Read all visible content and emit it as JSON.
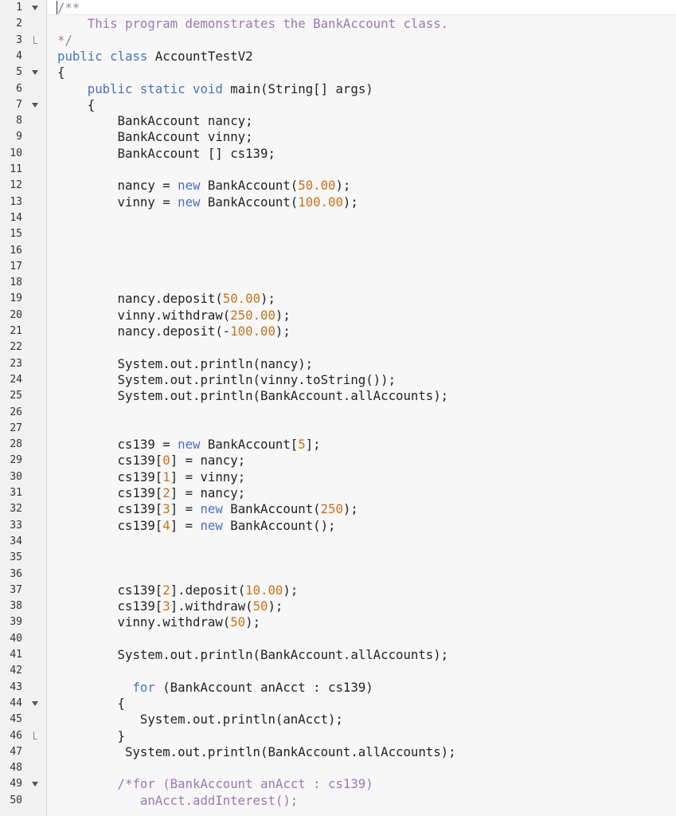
{
  "editor": {
    "lines": [
      {
        "number": "1",
        "fold": "open",
        "tokens": [
          {
            "t": "/**",
            "c": "comment"
          }
        ]
      },
      {
        "number": "2",
        "fold": "",
        "tokens": [
          {
            "t": "    This program demonstrates the BankAccount class.",
            "c": "comment"
          }
        ]
      },
      {
        "number": "3",
        "fold": "close",
        "tokens": [
          {
            "t": "*/",
            "c": "comment"
          }
        ]
      },
      {
        "number": "4",
        "fold": "",
        "tokens": [
          {
            "t": "public",
            "c": "keyword"
          },
          {
            "t": " ",
            "c": "plain"
          },
          {
            "t": "class",
            "c": "keyword"
          },
          {
            "t": " AccountTestV2",
            "c": "plain"
          }
        ]
      },
      {
        "number": "5",
        "fold": "open",
        "tokens": [
          {
            "t": "{",
            "c": "plain"
          }
        ]
      },
      {
        "number": "6",
        "fold": "",
        "tokens": [
          {
            "t": "    ",
            "c": "plain"
          },
          {
            "t": "public",
            "c": "keyword"
          },
          {
            "t": " ",
            "c": "plain"
          },
          {
            "t": "static",
            "c": "keyword"
          },
          {
            "t": " ",
            "c": "plain"
          },
          {
            "t": "void",
            "c": "keyword"
          },
          {
            "t": " main(String[] args)",
            "c": "plain"
          }
        ]
      },
      {
        "number": "7",
        "fold": "open",
        "tokens": [
          {
            "t": "    {",
            "c": "plain"
          }
        ]
      },
      {
        "number": "8",
        "fold": "",
        "tokens": [
          {
            "t": "        BankAccount nancy;",
            "c": "plain"
          }
        ]
      },
      {
        "number": "9",
        "fold": "",
        "tokens": [
          {
            "t": "        BankAccount vinny;",
            "c": "plain"
          }
        ]
      },
      {
        "number": "10",
        "fold": "",
        "tokens": [
          {
            "t": "        BankAccount [] cs139;",
            "c": "plain"
          }
        ]
      },
      {
        "number": "11",
        "fold": "",
        "tokens": []
      },
      {
        "number": "12",
        "fold": "",
        "tokens": [
          {
            "t": "        nancy = ",
            "c": "plain"
          },
          {
            "t": "new",
            "c": "keyword"
          },
          {
            "t": " BankAccount(",
            "c": "plain"
          },
          {
            "t": "50.00",
            "c": "number"
          },
          {
            "t": ");",
            "c": "plain"
          }
        ]
      },
      {
        "number": "13",
        "fold": "",
        "tokens": [
          {
            "t": "        vinny = ",
            "c": "plain"
          },
          {
            "t": "new",
            "c": "keyword"
          },
          {
            "t": " BankAccount(",
            "c": "plain"
          },
          {
            "t": "100.00",
            "c": "number"
          },
          {
            "t": ");",
            "c": "plain"
          }
        ]
      },
      {
        "number": "14",
        "fold": "",
        "tokens": []
      },
      {
        "number": "15",
        "fold": "",
        "tokens": []
      },
      {
        "number": "16",
        "fold": "",
        "tokens": []
      },
      {
        "number": "17",
        "fold": "",
        "tokens": []
      },
      {
        "number": "18",
        "fold": "",
        "tokens": []
      },
      {
        "number": "19",
        "fold": "",
        "tokens": [
          {
            "t": "        nancy.deposit(",
            "c": "plain"
          },
          {
            "t": "50.00",
            "c": "number"
          },
          {
            "t": ");",
            "c": "plain"
          }
        ]
      },
      {
        "number": "20",
        "fold": "",
        "tokens": [
          {
            "t": "        vinny.withdraw(",
            "c": "plain"
          },
          {
            "t": "250.00",
            "c": "number"
          },
          {
            "t": ");",
            "c": "plain"
          }
        ]
      },
      {
        "number": "21",
        "fold": "",
        "tokens": [
          {
            "t": "        nancy.deposit(-",
            "c": "plain"
          },
          {
            "t": "100.00",
            "c": "number"
          },
          {
            "t": ");",
            "c": "plain"
          }
        ]
      },
      {
        "number": "22",
        "fold": "",
        "tokens": []
      },
      {
        "number": "23",
        "fold": "",
        "tokens": [
          {
            "t": "        System.out.println(nancy);",
            "c": "plain"
          }
        ]
      },
      {
        "number": "24",
        "fold": "",
        "tokens": [
          {
            "t": "        System.out.println(vinny.toString());",
            "c": "plain"
          }
        ]
      },
      {
        "number": "25",
        "fold": "",
        "tokens": [
          {
            "t": "        System.out.println(BankAccount.allAccounts);",
            "c": "plain"
          }
        ]
      },
      {
        "number": "26",
        "fold": "",
        "tokens": []
      },
      {
        "number": "27",
        "fold": "",
        "tokens": []
      },
      {
        "number": "28",
        "fold": "",
        "tokens": [
          {
            "t": "        cs139 = ",
            "c": "plain"
          },
          {
            "t": "new",
            "c": "keyword"
          },
          {
            "t": " BankAccount[",
            "c": "plain"
          },
          {
            "t": "5",
            "c": "number"
          },
          {
            "t": "];",
            "c": "plain"
          }
        ]
      },
      {
        "number": "29",
        "fold": "",
        "tokens": [
          {
            "t": "        cs139[",
            "c": "plain"
          },
          {
            "t": "0",
            "c": "number"
          },
          {
            "t": "] = nancy;",
            "c": "plain"
          }
        ]
      },
      {
        "number": "30",
        "fold": "",
        "tokens": [
          {
            "t": "        cs139[",
            "c": "plain"
          },
          {
            "t": "1",
            "c": "number"
          },
          {
            "t": "] = vinny;",
            "c": "plain"
          }
        ]
      },
      {
        "number": "31",
        "fold": "",
        "tokens": [
          {
            "t": "        cs139[",
            "c": "plain"
          },
          {
            "t": "2",
            "c": "number"
          },
          {
            "t": "] = nancy;",
            "c": "plain"
          }
        ]
      },
      {
        "number": "32",
        "fold": "",
        "tokens": [
          {
            "t": "        cs139[",
            "c": "plain"
          },
          {
            "t": "3",
            "c": "number"
          },
          {
            "t": "] = ",
            "c": "plain"
          },
          {
            "t": "new",
            "c": "keyword"
          },
          {
            "t": " BankAccount(",
            "c": "plain"
          },
          {
            "t": "250",
            "c": "number"
          },
          {
            "t": ");",
            "c": "plain"
          }
        ]
      },
      {
        "number": "33",
        "fold": "",
        "tokens": [
          {
            "t": "        cs139[",
            "c": "plain"
          },
          {
            "t": "4",
            "c": "number"
          },
          {
            "t": "] = ",
            "c": "plain"
          },
          {
            "t": "new",
            "c": "keyword"
          },
          {
            "t": " BankAccount();",
            "c": "plain"
          }
        ]
      },
      {
        "number": "34",
        "fold": "",
        "tokens": []
      },
      {
        "number": "35",
        "fold": "",
        "tokens": []
      },
      {
        "number": "36",
        "fold": "",
        "tokens": []
      },
      {
        "number": "37",
        "fold": "",
        "tokens": [
          {
            "t": "        cs139[",
            "c": "plain"
          },
          {
            "t": "2",
            "c": "number"
          },
          {
            "t": "].deposit(",
            "c": "plain"
          },
          {
            "t": "10.00",
            "c": "number"
          },
          {
            "t": ");",
            "c": "plain"
          }
        ]
      },
      {
        "number": "38",
        "fold": "",
        "tokens": [
          {
            "t": "        cs139[",
            "c": "plain"
          },
          {
            "t": "3",
            "c": "number"
          },
          {
            "t": "].withdraw(",
            "c": "plain"
          },
          {
            "t": "50",
            "c": "number"
          },
          {
            "t": ");",
            "c": "plain"
          }
        ]
      },
      {
        "number": "39",
        "fold": "",
        "tokens": [
          {
            "t": "        vinny.withdraw(",
            "c": "plain"
          },
          {
            "t": "50",
            "c": "number"
          },
          {
            "t": ");",
            "c": "plain"
          }
        ]
      },
      {
        "number": "40",
        "fold": "",
        "tokens": []
      },
      {
        "number": "41",
        "fold": "",
        "tokens": [
          {
            "t": "        System.out.println(BankAccount.allAccounts);",
            "c": "plain"
          }
        ]
      },
      {
        "number": "42",
        "fold": "",
        "tokens": []
      },
      {
        "number": "43",
        "fold": "",
        "tokens": [
          {
            "t": "          ",
            "c": "plain"
          },
          {
            "t": "for",
            "c": "keyword"
          },
          {
            "t": " (BankAccount anAcct : cs139)",
            "c": "plain"
          }
        ]
      },
      {
        "number": "44",
        "fold": "open",
        "tokens": [
          {
            "t": "        {",
            "c": "plain"
          }
        ]
      },
      {
        "number": "45",
        "fold": "",
        "tokens": [
          {
            "t": "           System.out.println(anAcct);",
            "c": "plain"
          }
        ]
      },
      {
        "number": "46",
        "fold": "close",
        "tokens": [
          {
            "t": "        }",
            "c": "plain"
          }
        ]
      },
      {
        "number": "47",
        "fold": "",
        "tokens": [
          {
            "t": "         System.out.println(BankAccount.allAccounts);",
            "c": "plain"
          }
        ]
      },
      {
        "number": "48",
        "fold": "",
        "tokens": []
      },
      {
        "number": "49",
        "fold": "open",
        "tokens": [
          {
            "t": "        /*for (BankAccount anAcct : cs139)",
            "c": "comment"
          }
        ]
      },
      {
        "number": "50",
        "fold": "",
        "tokens": [
          {
            "t": "           anAcct.addInterest();",
            "c": "comment"
          }
        ]
      }
    ]
  },
  "theme": {
    "keyword": "#4a6fc8",
    "number": "#c5731e",
    "comment": "#9a79b2",
    "plain": "#222222",
    "gutter_background": "#f1f1f1",
    "editor_background": "#f7f7f7"
  }
}
